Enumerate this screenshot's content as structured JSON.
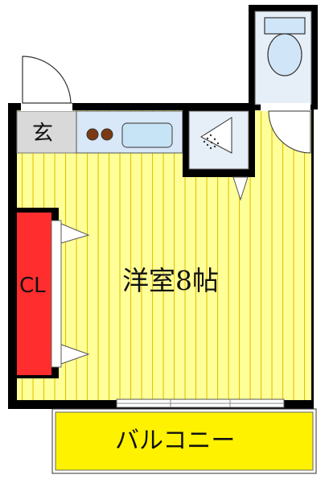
{
  "floorplan": {
    "room_label": "洋室8帖",
    "closet_label": "CL",
    "entrance_label": "玄",
    "balcony_label": "バルコニー",
    "icons": [
      "door-swing-icon",
      "stove-icon",
      "sink-icon",
      "shower-icon",
      "toilet-icon",
      "window-icon"
    ],
    "colors": {
      "room_floor": "#FFFF99",
      "floor_stripe": "#E2C300",
      "closet": "#FF2D2D",
      "balcony": "#FFF200",
      "kitchen": "#D8E8F8",
      "wet_area": "#E6EEF8",
      "entrance": "#D9D9D9",
      "wall": "#000000"
    }
  }
}
